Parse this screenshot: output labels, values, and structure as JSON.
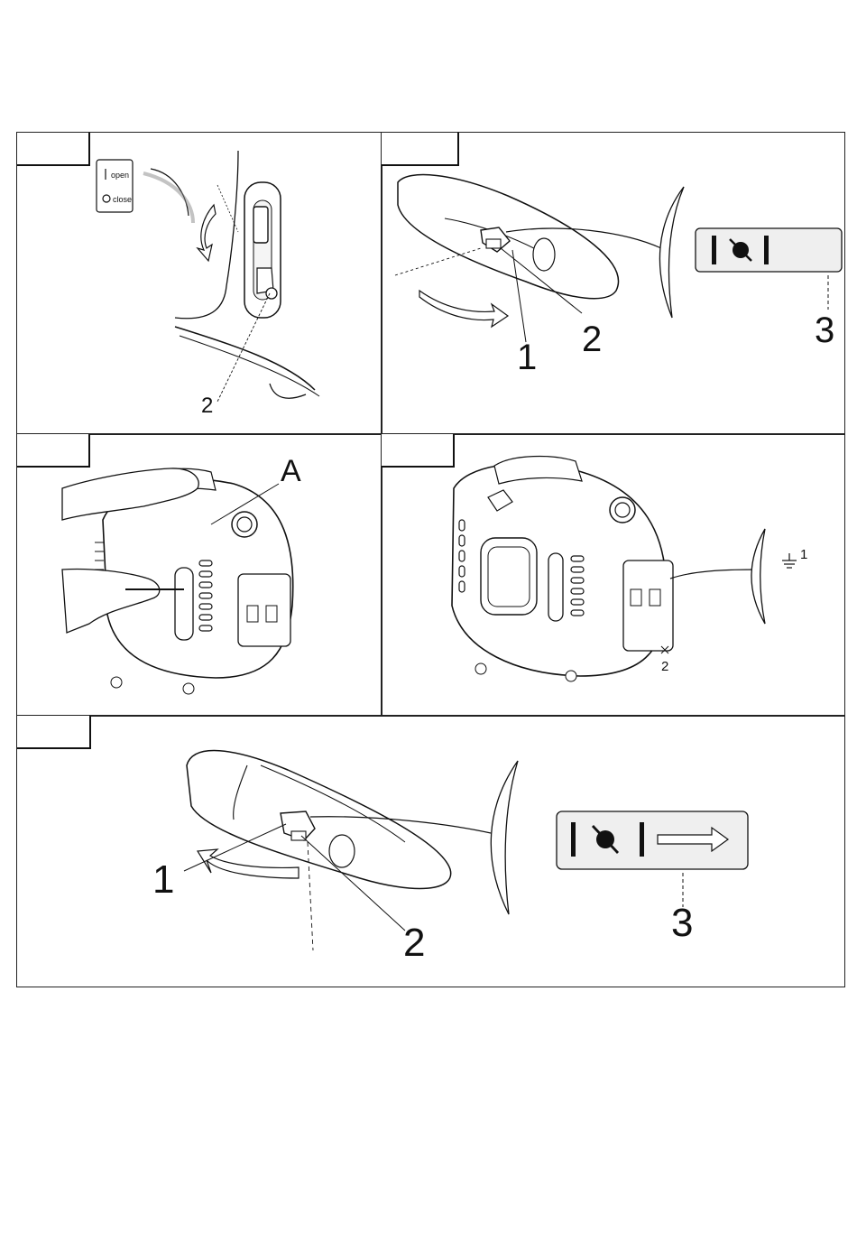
{
  "panel_1": {
    "legend_open": "open",
    "legend_close": "close",
    "callout_2": "2"
  },
  "panel_2": {
    "callout_1": "1",
    "callout_2": "2",
    "callout_3": "3"
  },
  "panel_3": {
    "callout_A": "A"
  },
  "panel_4": {
    "callout_1": "1",
    "callout_2": "2"
  },
  "panel_5": {
    "callout_1": "1",
    "callout_2": "2",
    "callout_3": "3"
  },
  "colors": {
    "line": "#111111",
    "label_bg": "#efefef"
  }
}
